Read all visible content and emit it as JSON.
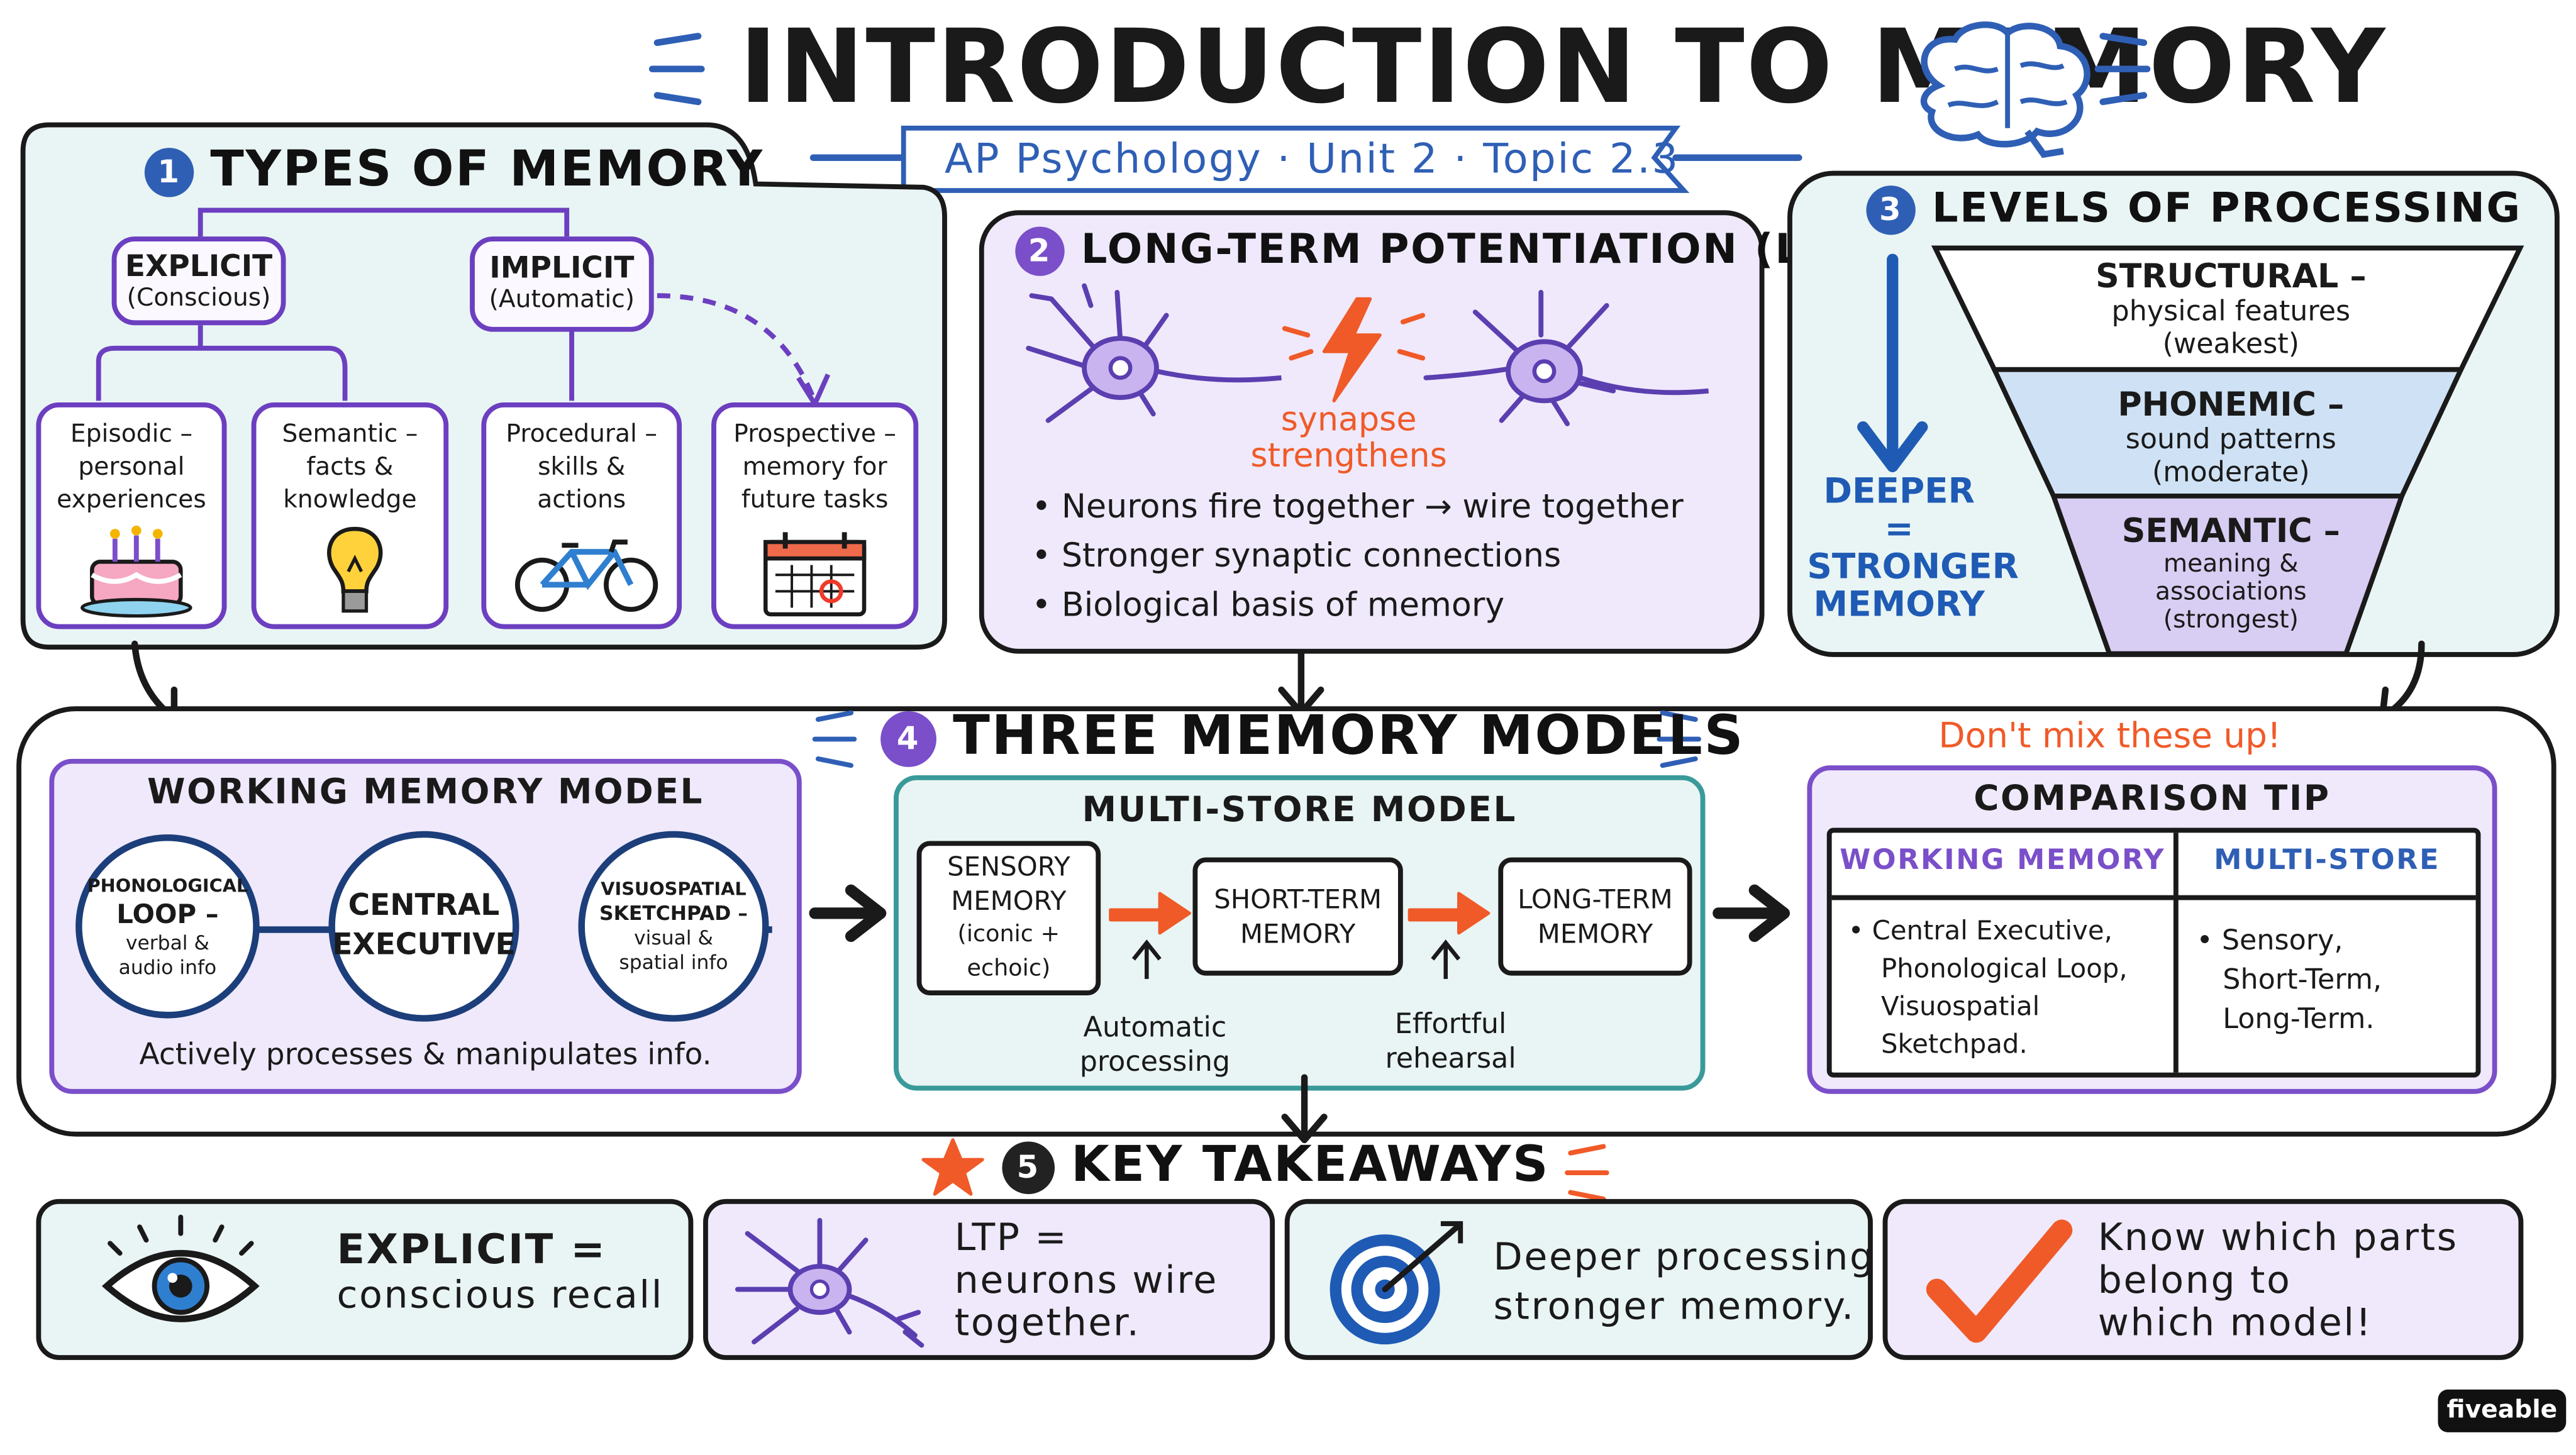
{
  "header": {
    "title": "INTRODUCTION TO MEMORY",
    "subtitle": "AP Psychology · Unit 2 · Topic 2.3"
  },
  "types": {
    "num": "1",
    "title": "TYPES OF MEMORY",
    "explicit": {
      "title": "EXPLICIT",
      "sub": "(Conscious)"
    },
    "implicit": {
      "title": "IMPLICIT",
      "sub": "(Automatic)"
    },
    "cards": [
      {
        "l1": "Episodic –",
        "l2": "personal",
        "l3": "experiences",
        "icon": "birthday-cake"
      },
      {
        "l1": "Semantic –",
        "l2": "facts &",
        "l3": "knowledge",
        "icon": "light-bulb"
      },
      {
        "l1": "Procedural –",
        "l2": "skills &",
        "l3": "actions",
        "icon": "bicycle"
      },
      {
        "l1": "Prospective –",
        "l2": "memory for",
        "l3": "future tasks",
        "icon": "calendar"
      }
    ]
  },
  "ltp": {
    "num": "2",
    "title": "LONG-TERM POTENTIATION (LTP)",
    "synapse_l1": "synapse",
    "synapse_l2": "strengthens",
    "bullets": [
      "Neurons fire together → wire together",
      "Stronger synaptic connections",
      "Biological basis of memory"
    ]
  },
  "levels": {
    "num": "3",
    "title": "LEVELS OF PROCESSING",
    "deeper": "DEEPER",
    "equals": "=",
    "stronger": "STRONGER",
    "memory": "MEMORY",
    "structural": {
      "title": "STRUCTURAL –",
      "l1": "physical features",
      "l2": "(weakest)"
    },
    "phonemic": {
      "title": "PHONEMIC –",
      "l1": "sound patterns",
      "l2": "(moderate)"
    },
    "semantic": {
      "title": "SEMANTIC –",
      "l1": "meaning &",
      "l2": "associations",
      "l3": "(strongest)"
    }
  },
  "models": {
    "num": "4",
    "title": "THREE MEMORY MODELS",
    "warning": "Don't mix these up!",
    "working": {
      "title": "WORKING MEMORY MODEL",
      "phon": {
        "l1": "PHONOLOGICAL",
        "l2": "LOOP –",
        "l3": "verbal &",
        "l4": "audio info"
      },
      "central": {
        "l1": "CENTRAL",
        "l2": "EXECUTIVE"
      },
      "visuo": {
        "l1": "VISUOSPATIAL",
        "l2": "SKETCHPAD –",
        "l3": "visual &",
        "l4": "spatial info"
      },
      "caption": "Actively processes & manipulates info."
    },
    "multistore": {
      "title": "MULTI-STORE MODEL",
      "sensory": {
        "l1": "SENSORY",
        "l2": "MEMORY",
        "l3": "(iconic +",
        "l4": "echoic)"
      },
      "short": {
        "l1": "SHORT-TERM",
        "l2": "MEMORY"
      },
      "long": {
        "l1": "LONG-TERM",
        "l2": "MEMORY"
      },
      "auto": {
        "l1": "Automatic",
        "l2": "processing"
      },
      "effort": {
        "l1": "Effortful",
        "l2": "rehearsal"
      }
    },
    "tip": {
      "title": "COMPARISON TIP",
      "col1": "WORKING MEMORY",
      "col2": "MULTI-STORE",
      "c1": [
        "• Central Executive,",
        "Phonological Loop,",
        "Visuospatial",
        "Sketchpad."
      ],
      "c2": [
        "• Sensory,",
        "Short-Term,",
        "Long-Term."
      ]
    }
  },
  "takeaways": {
    "num": "5",
    "title": "KEY TAKEAWAYS",
    "items": [
      {
        "l1": "EXPLICIT =",
        "l2": "conscious recall",
        "icon": "eye"
      },
      {
        "l1": "LTP =",
        "l2": "neurons wire",
        "l3": "together.",
        "icon": "neuron"
      },
      {
        "l1": "Deeper processing =",
        "l2": "stronger memory.",
        "icon": "target"
      },
      {
        "l1": "Know which parts",
        "l2": "belong to",
        "l3": "which model!",
        "icon": "checkmark"
      }
    ]
  },
  "brand": "fiveable",
  "colors": {
    "purple": "#6c3fc0",
    "blue": "#2f5fb5",
    "orange": "#f05a28",
    "teal_bg": "#e9f5f4",
    "lavender_bg": "#efe9fb"
  }
}
